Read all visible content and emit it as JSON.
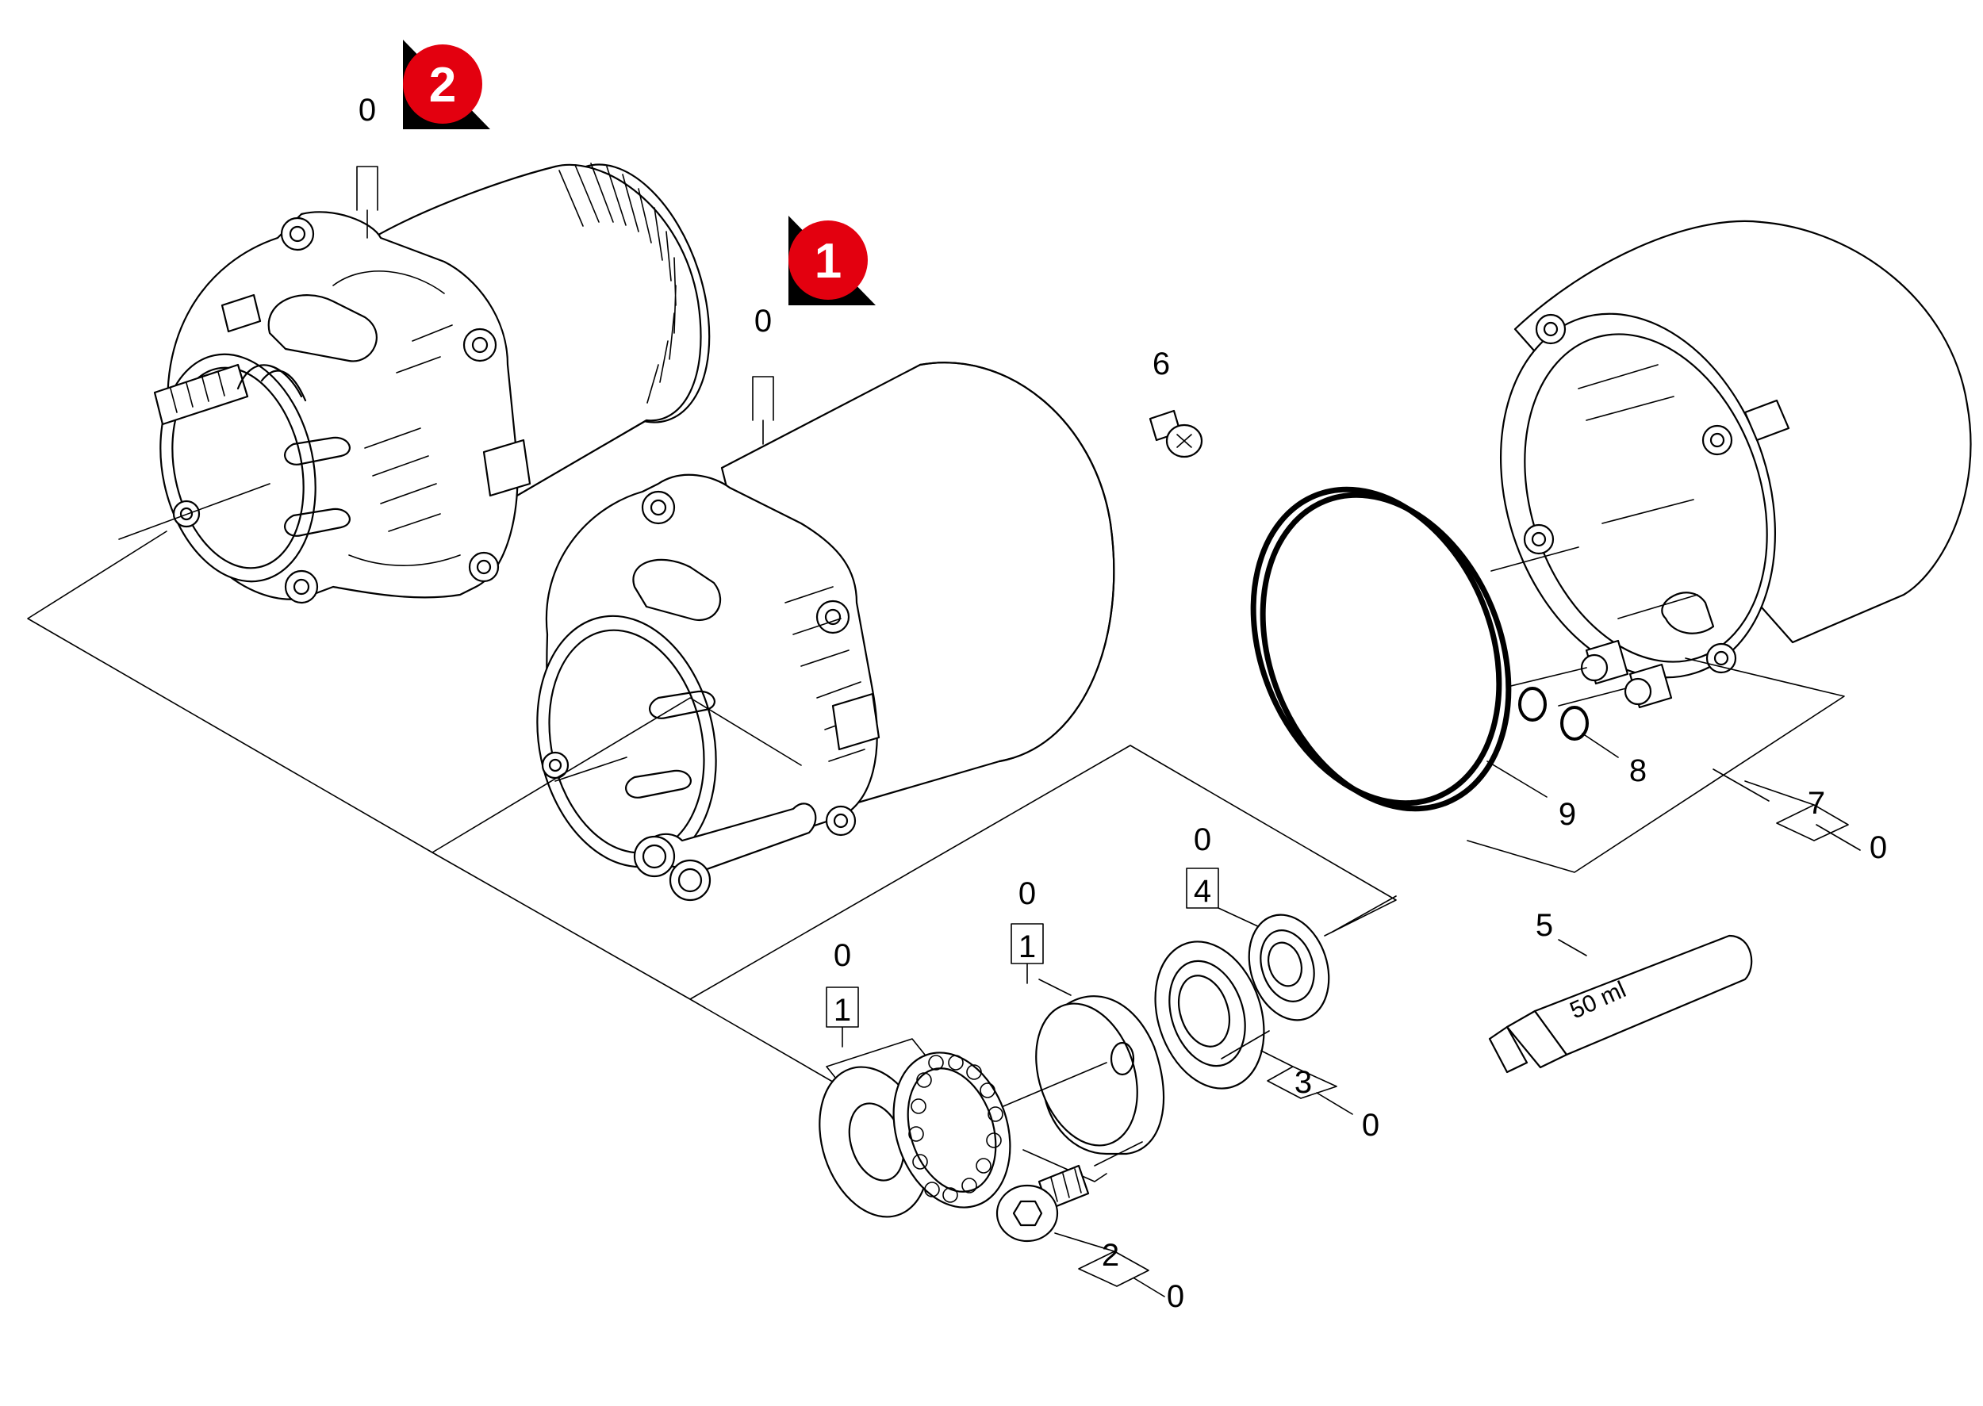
{
  "badges": [
    {
      "number": "2",
      "color": "#e3000f"
    },
    {
      "number": "1",
      "color": "#e3000f"
    }
  ],
  "callouts": {
    "upper_motor_qty": "0",
    "lower_motor_qty": "0",
    "screw_item": "6",
    "item_9": "9",
    "item_8": "8",
    "item_7": "7",
    "item_7_qty": "0",
    "item_5": "5",
    "bearing_left_qty": "0",
    "bearing_left_item": "1",
    "bearing_mid_qty": "0",
    "bearing_mid_item": "1",
    "seal_ring_qty": "0",
    "seal_ring_item": "4",
    "item_3": "3",
    "item_3_qty": "0",
    "item_2": "2",
    "item_2_qty": "0"
  },
  "tube_text": "50 ml",
  "colors": {
    "line": "#000000",
    "badge": "#e3000f",
    "background": "#ffffff"
  }
}
